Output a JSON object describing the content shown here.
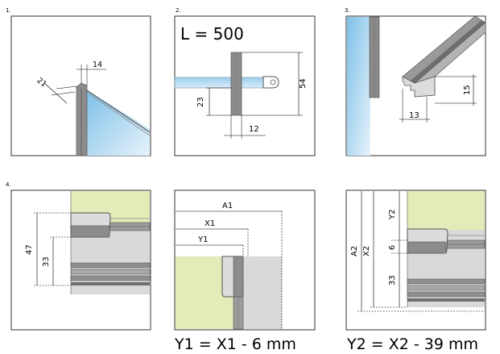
{
  "panels": [
    {
      "step": "1.",
      "dims": {
        "a": "21",
        "b": "14"
      }
    },
    {
      "step": "2.",
      "length_text": "L = 500",
      "dims": {
        "height": "54",
        "lower": "23",
        "width": "12"
      }
    },
    {
      "step": "3.",
      "dims": {
        "width": "13",
        "height": "15"
      }
    },
    {
      "step": "4.",
      "dims": {
        "outer": "47",
        "inner": "33"
      }
    },
    {
      "step": "",
      "dims": {
        "a1": "A1",
        "x1": "X1",
        "y1": "Y1"
      },
      "formula": "Y1 = X1 - 6 mm"
    },
    {
      "step": "",
      "dims": {
        "a2": "A2",
        "x2": "X2",
        "y2": "Y2",
        "six": "6",
        "thirtythree": "33"
      },
      "formula": "Y2 = X2 - 39 mm"
    }
  ],
  "colors": {
    "glass": "#a9d4ee",
    "profile": "#8c8c8c",
    "profile_dark": "#6a6a6a",
    "wall_green": "#e3ebb8",
    "wall_grey": "#d9d9d9"
  }
}
